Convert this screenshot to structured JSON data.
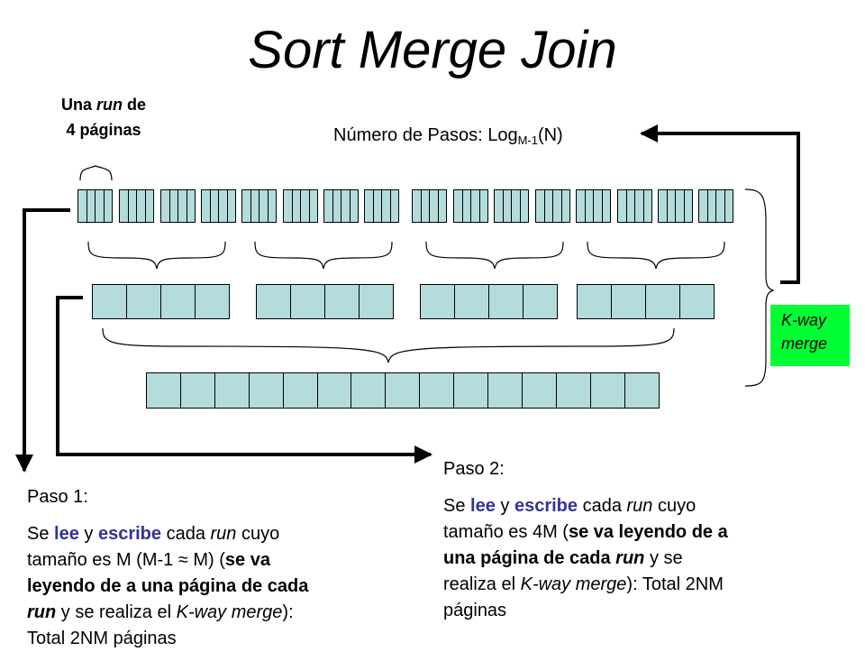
{
  "title": "Sort Merge Join",
  "run_label": {
    "line1_pre": "Una ",
    "line1_run": "run",
    "line1_post": " de",
    "line2": "4 páginas"
  },
  "passes": {
    "prefix": "Número de Pasos: Log",
    "subscript": "M-1",
    "suffix": "(N)"
  },
  "kway": {
    "line1": "K-way",
    "line2": "merge"
  },
  "step1": {
    "head": "Paso 1:",
    "t1": "Se ",
    "lee": "lee",
    "t2": " y ",
    "escribe": "escribe",
    "t3": " cada ",
    "run": "run",
    "t4": " cuyo",
    "t5": "tamaño es M (M-1 ≈ M) (",
    "bold1": "se va",
    "bold2": "leyendo de a una página de cada",
    "bold_run": "run",
    "t6": " y se realiza el ",
    "kway": "K-way merge",
    "t7": "):",
    "total": "Total 2NM páginas"
  },
  "step2": {
    "head": "Paso 2:",
    "t1": "Se ",
    "lee": "lee",
    "t2": " y ",
    "escribe": "escribe",
    "t3": " cada ",
    "run": "run",
    "t4": " cuyo",
    "t5": "tamaño es 4M (",
    "bold1": "se va leyendo de a",
    "bold2": "una página de cada ",
    "bold_run": "run",
    "t6": " y se",
    "t7": "realiza el ",
    "kway": "K-way merge",
    "t8": "): Total 2NM",
    "total": "páginas"
  },
  "diagram": {
    "fill_color": "#b4dcdc",
    "kway_color": "#00ff33",
    "row1_runs": 16,
    "row1_pages_per_run": 4,
    "row2_runs": 4,
    "row2_pages_per_run": 4,
    "row3_pages": 15
  }
}
